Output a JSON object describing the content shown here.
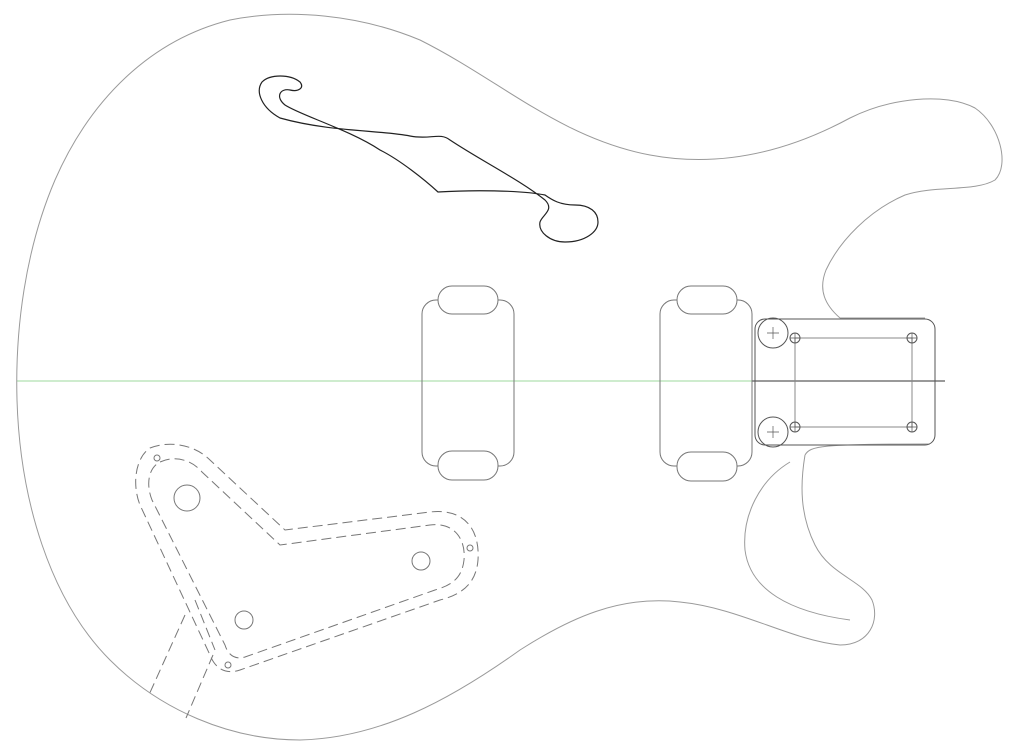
{
  "drawing": {
    "colors": {
      "background": "#ffffff",
      "body_outline": "#9a9a9a",
      "f_hole": "#222222",
      "hardware": "#666666",
      "centerline_body": "#9ed99e",
      "centerline_bridge": "#333333",
      "cavity_dashed": "#777777"
    },
    "parts": [
      "body-outline",
      "f-hole",
      "neck-pickup",
      "bridge-pickup",
      "bridge-plate",
      "control-cavity",
      "centerline"
    ]
  }
}
